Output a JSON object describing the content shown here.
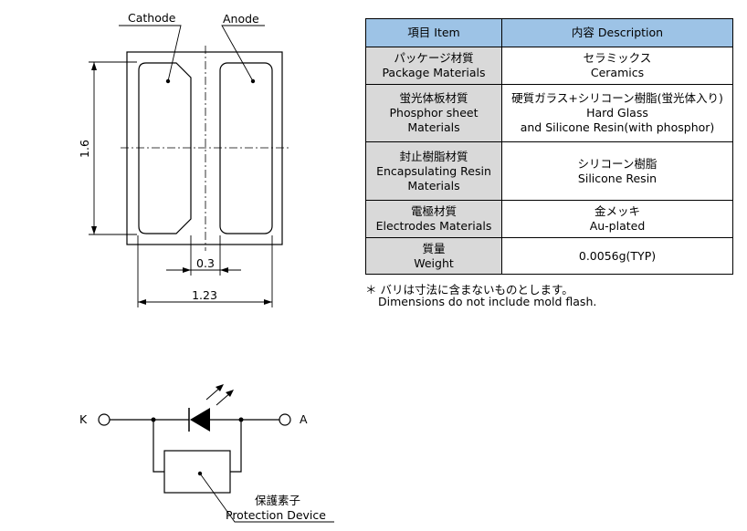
{
  "package_drawing": {
    "cathode_label": "Cathode",
    "anode_label": "Anode",
    "height_dim": "1.6",
    "gap_dim": "0.3",
    "width_dim": "1.23"
  },
  "spec_table": {
    "header_item": "項目 Item",
    "header_desc": "内容 Description",
    "rows": [
      {
        "item": [
          "パッケージ材質",
          "Package Materials"
        ],
        "desc": [
          "セラミックス",
          "Ceramics"
        ]
      },
      {
        "item": [
          "蛍光体板材質",
          "Phosphor sheet",
          "Materials"
        ],
        "desc": [
          "硬質ガラス+シリコーン樹脂(蛍光体入り)",
          "Hard Glass",
          "and Silicone Resin(with phosphor)"
        ]
      },
      {
        "item": [
          "封止樹脂材質",
          "Encapsulating Resin",
          "Materials"
        ],
        "desc": [
          "シリコーン樹脂",
          "Silicone Resin"
        ]
      },
      {
        "item": [
          "電極材質",
          "Electrodes Materials"
        ],
        "desc": [
          "金メッキ",
          "Au-plated"
        ]
      },
      {
        "item": [
          "質量",
          "Weight"
        ],
        "desc": [
          "0.0056g(TYP)"
        ]
      }
    ]
  },
  "note": {
    "jp": "＊ バリは寸法に含まないものとします。",
    "en": "Dimensions do not include mold flash."
  },
  "circuit": {
    "k_label": "K",
    "a_label": "A",
    "protection_jp": "保護素子",
    "protection_en": "Protection Device"
  }
}
